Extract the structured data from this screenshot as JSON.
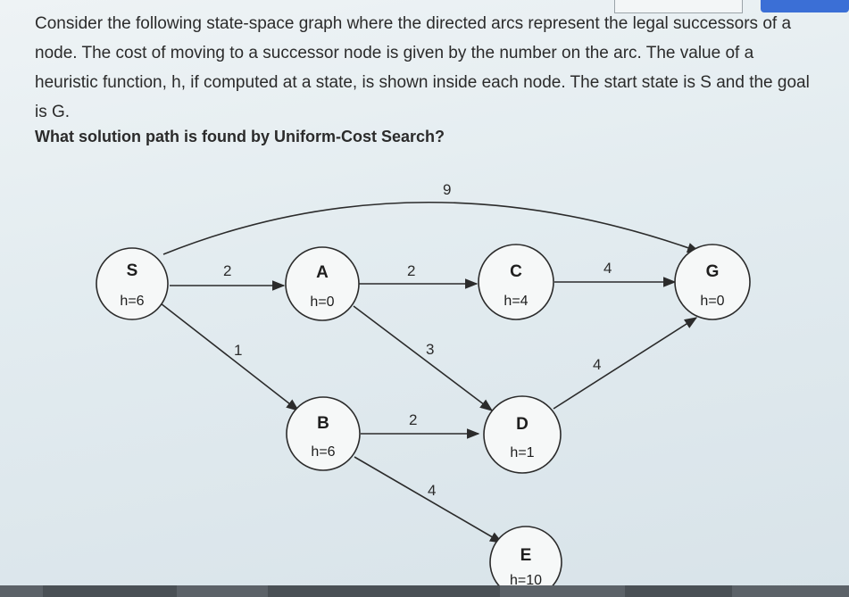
{
  "question": {
    "text": "Consider the following state-space graph where the directed arcs represent the legal successors of a node. The cost of moving to a successor node is given by the number on the arc. The value of a heuristic function, h, if computed at a state, is shown inside each node. The start state is S and the goal is G.",
    "prompt": "What solution path is found by Uniform-Cost Search?"
  },
  "graph": {
    "nodes": [
      {
        "id": "S",
        "name": "S",
        "h": "h=6"
      },
      {
        "id": "A",
        "name": "A",
        "h": "h=0"
      },
      {
        "id": "B",
        "name": "B",
        "h": "h=6"
      },
      {
        "id": "C",
        "name": "C",
        "h": "h=4"
      },
      {
        "id": "D",
        "name": "D",
        "h": "h=1"
      },
      {
        "id": "E",
        "name": "E",
        "h": "h=10"
      },
      {
        "id": "G",
        "name": "G",
        "h": "h=0"
      }
    ],
    "edges": [
      {
        "from": "S",
        "to": "G",
        "cost": "9"
      },
      {
        "from": "S",
        "to": "A",
        "cost": "2"
      },
      {
        "from": "S",
        "to": "B",
        "cost": "1"
      },
      {
        "from": "A",
        "to": "C",
        "cost": "2"
      },
      {
        "from": "A",
        "to": "D",
        "cost": "3"
      },
      {
        "from": "C",
        "to": "G",
        "cost": "4"
      },
      {
        "from": "B",
        "to": "D",
        "cost": "2"
      },
      {
        "from": "B",
        "to": "E",
        "cost": "4"
      },
      {
        "from": "D",
        "to": "G",
        "cost": "4"
      }
    ]
  }
}
